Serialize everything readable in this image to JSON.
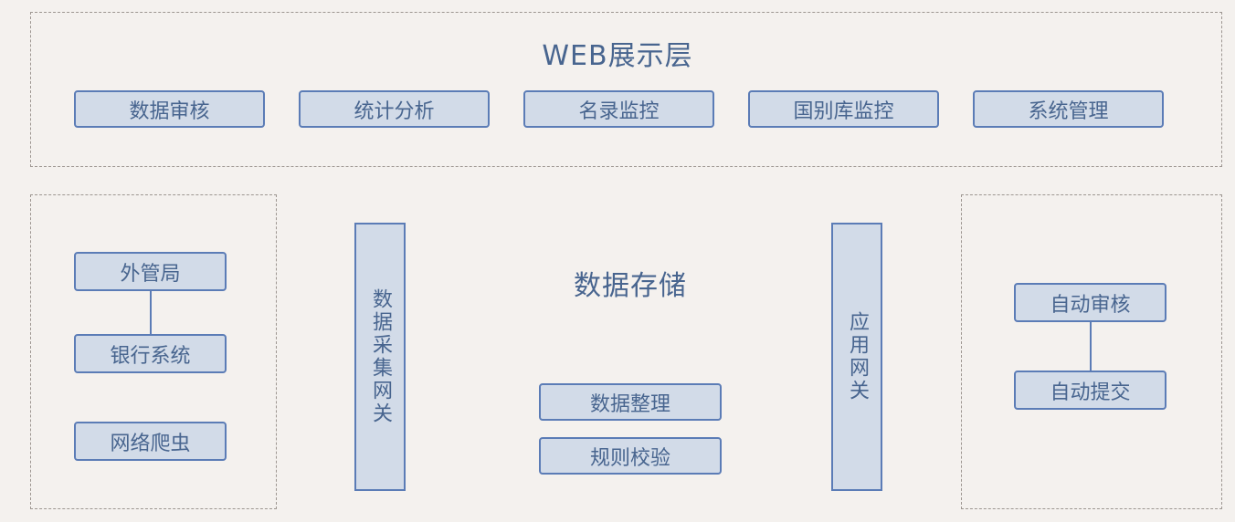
{
  "diagram": {
    "background_color": "#f4f1ee",
    "node_fill": "#d2dbe8",
    "node_border": "#5b7cb6",
    "text_color": "#48658f",
    "zone_border": "#9d9691"
  },
  "web_layer": {
    "title": "WEB展示层",
    "buttons": [
      {
        "label": "数据审核"
      },
      {
        "label": "统计分析"
      },
      {
        "label": "名录监控"
      },
      {
        "label": "国别库监控"
      },
      {
        "label": "系统管理"
      }
    ]
  },
  "data_sources": {
    "nodes": [
      {
        "label": "外管局"
      },
      {
        "label": "银行系统"
      },
      {
        "label": "网络爬虫"
      }
    ]
  },
  "collect_gateway": {
    "label": "数据采集网关"
  },
  "storage_layer": {
    "title": "数据存储",
    "nodes": [
      {
        "label": "数据整理"
      },
      {
        "label": "规则校验"
      }
    ]
  },
  "app_gateway": {
    "label": "应用网关"
  },
  "automation": {
    "nodes": [
      {
        "label": "自动审核"
      },
      {
        "label": "自动提交"
      }
    ]
  }
}
